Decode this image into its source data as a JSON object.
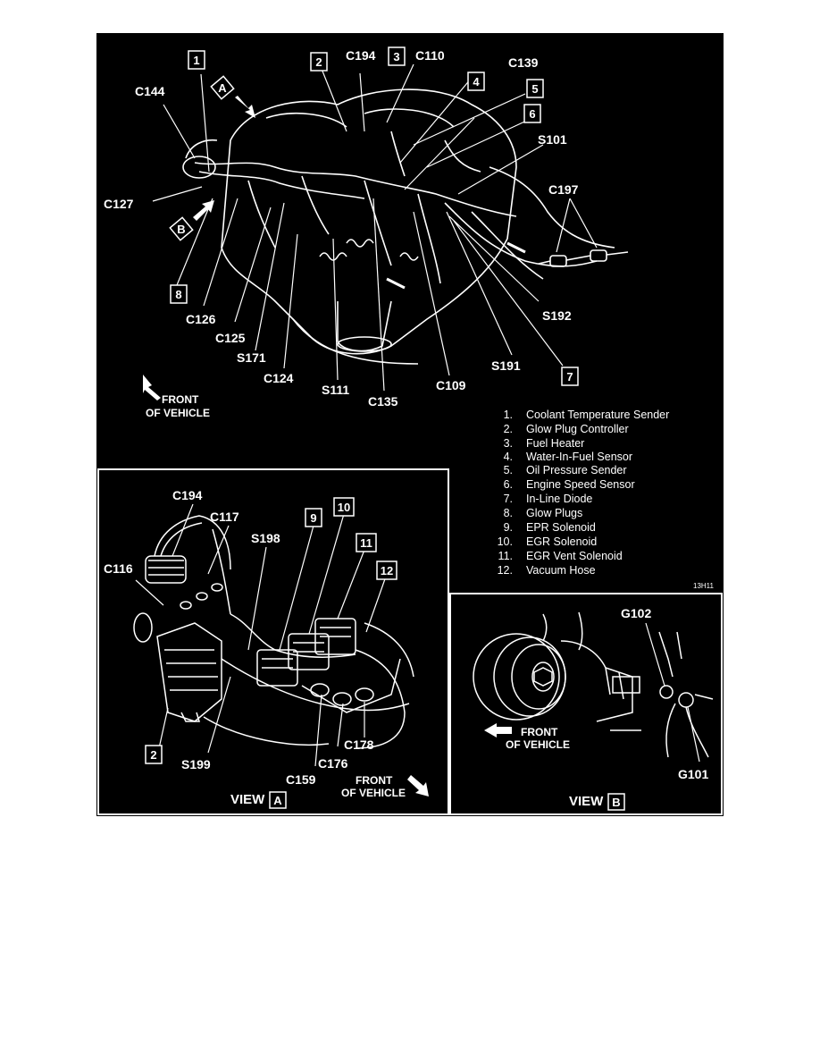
{
  "figure_code": "13H11",
  "front_of_vehicle": [
    "FRONT",
    "OF VEHICLE"
  ],
  "main_callouts": {
    "boxes": [
      "1",
      "2",
      "3",
      "4",
      "5",
      "6",
      "7",
      "8"
    ],
    "arrows": [
      "A",
      "B"
    ],
    "connectors": [
      "C144",
      "C127",
      "C126",
      "C125",
      "S171",
      "C124",
      "S111",
      "C135",
      "C109",
      "S191",
      "S192",
      "C197",
      "S101",
      "C139",
      "C110",
      "C194"
    ]
  },
  "legend": [
    {
      "num": "1.",
      "text": "Coolant Temperature Sender"
    },
    {
      "num": "2.",
      "text": "Glow Plug Controller"
    },
    {
      "num": "3.",
      "text": "Fuel Heater"
    },
    {
      "num": "4.",
      "text": "Water-In-Fuel Sensor"
    },
    {
      "num": "5.",
      "text": "Oil Pressure Sender"
    },
    {
      "num": "6.",
      "text": "Engine Speed Sensor"
    },
    {
      "num": "7.",
      "text": "In-Line Diode"
    },
    {
      "num": "8.",
      "text": "Glow Plugs"
    },
    {
      "num": "9.",
      "text": "EPR Solenoid"
    },
    {
      "num": "10.",
      "text": "EGR Solenoid"
    },
    {
      "num": "11.",
      "text": "EGR Vent Solenoid"
    },
    {
      "num": "12.",
      "text": "Vacuum Hose"
    }
  ],
  "view_a": {
    "title": "VIEW",
    "letter": "A",
    "boxes": [
      "9",
      "10",
      "11",
      "12",
      "2"
    ],
    "connectors": [
      "C194",
      "C117",
      "S198",
      "C116",
      "S199",
      "C159",
      "C176",
      "C178"
    ]
  },
  "view_b": {
    "title": "VIEW",
    "letter": "B",
    "connectors": [
      "G102",
      "G101"
    ]
  }
}
